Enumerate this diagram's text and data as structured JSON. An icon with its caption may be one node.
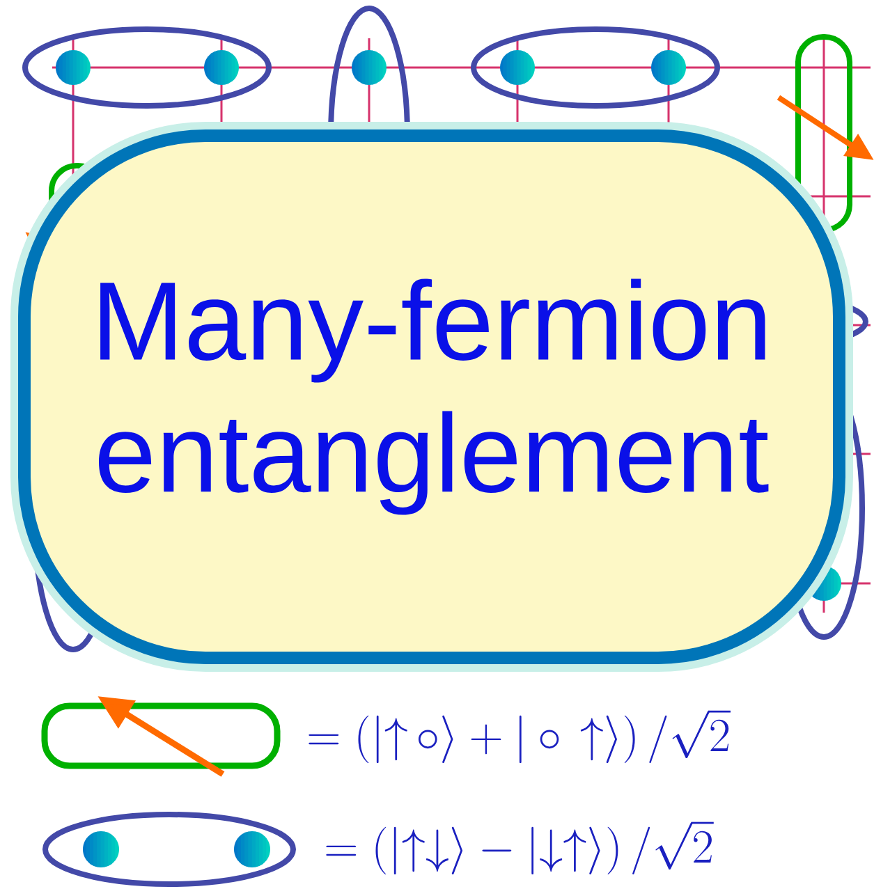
{
  "diagram": {
    "nodes": [
      {
        "text": [
          "Many-fermion entanglement"
        ]
      }
    ],
    "legend": [
      {
        "text": "= \\left(|{\\uparrow}\\,\\circ\\rangle + |\\circ\\,{\\uparrow}\\rangle\\right)/\\sqrt{2}"
      },
      {
        "text": "= \\left(|{\\uparrow}{\\downarrow}\\rangle - |{\\downarrow}{\\uparrow}\\rangle\\right)/\\sqrt{2}"
      }
    ]
  }
}
